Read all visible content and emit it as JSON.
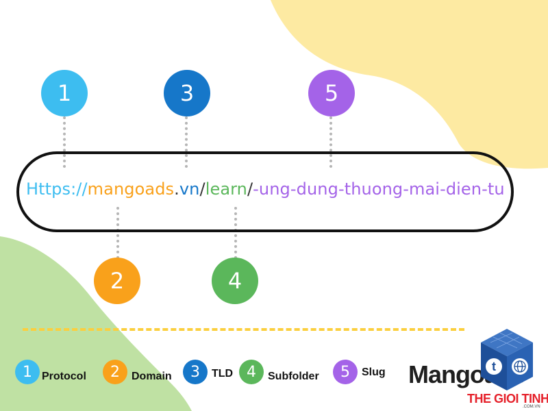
{
  "colors": {
    "protocol": "#3dbdf0",
    "domain": "#f9a11b",
    "tld": "#1677c9",
    "subfolder": "#5bb75b",
    "slug": "#a463e8",
    "separator": "#333333",
    "blob_yellow": "#fdeaa2",
    "blob_green": "#bfe1a3"
  },
  "url": {
    "protocol": "Https://",
    "domain": "mangoads",
    "dot": ".",
    "tld": "vn",
    "slash1": "/",
    "subfolder": "learn",
    "slash2": "/",
    "slug": "-ung-dung-thuong-mai-dien-tu"
  },
  "markers": [
    {
      "number": "1",
      "part": "protocol"
    },
    {
      "number": "2",
      "part": "domain"
    },
    {
      "number": "3",
      "part": "tld"
    },
    {
      "number": "4",
      "part": "subfolder"
    },
    {
      "number": "5",
      "part": "slug"
    }
  ],
  "legend": [
    {
      "number": "1",
      "label": "Protocol"
    },
    {
      "number": "2",
      "label": "Domain"
    },
    {
      "number": "3",
      "label": "TLD"
    },
    {
      "number": "4",
      "label": "Subfolder"
    },
    {
      "number": "5",
      "label": "Slug"
    }
  ],
  "branding": {
    "mango_logo": "Mangoads",
    "watermark": "THE GIOI TINHOC",
    "watermark_sub": ".COM.VN",
    "cube_letter": "t",
    "cube_icon": "globe-icon"
  }
}
